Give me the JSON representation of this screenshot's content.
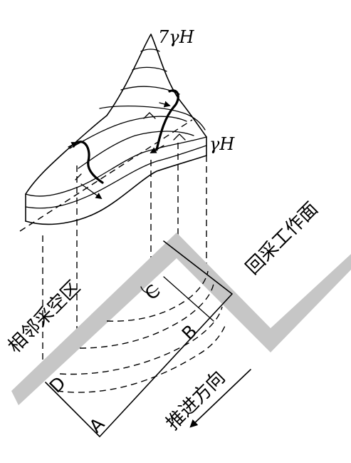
{
  "labels": {
    "peak_stress": "7γH",
    "base_stress": "γH",
    "adjacent_goaf": "相邻采空区",
    "working_face": "回采工作面",
    "advance_direction": "推进方向",
    "point_a": "A",
    "point_b": "B",
    "point_c": "C",
    "point_d": "D"
  },
  "colors": {
    "line": "#000000",
    "wall": "#c6c6c6",
    "background": "#ffffff"
  }
}
